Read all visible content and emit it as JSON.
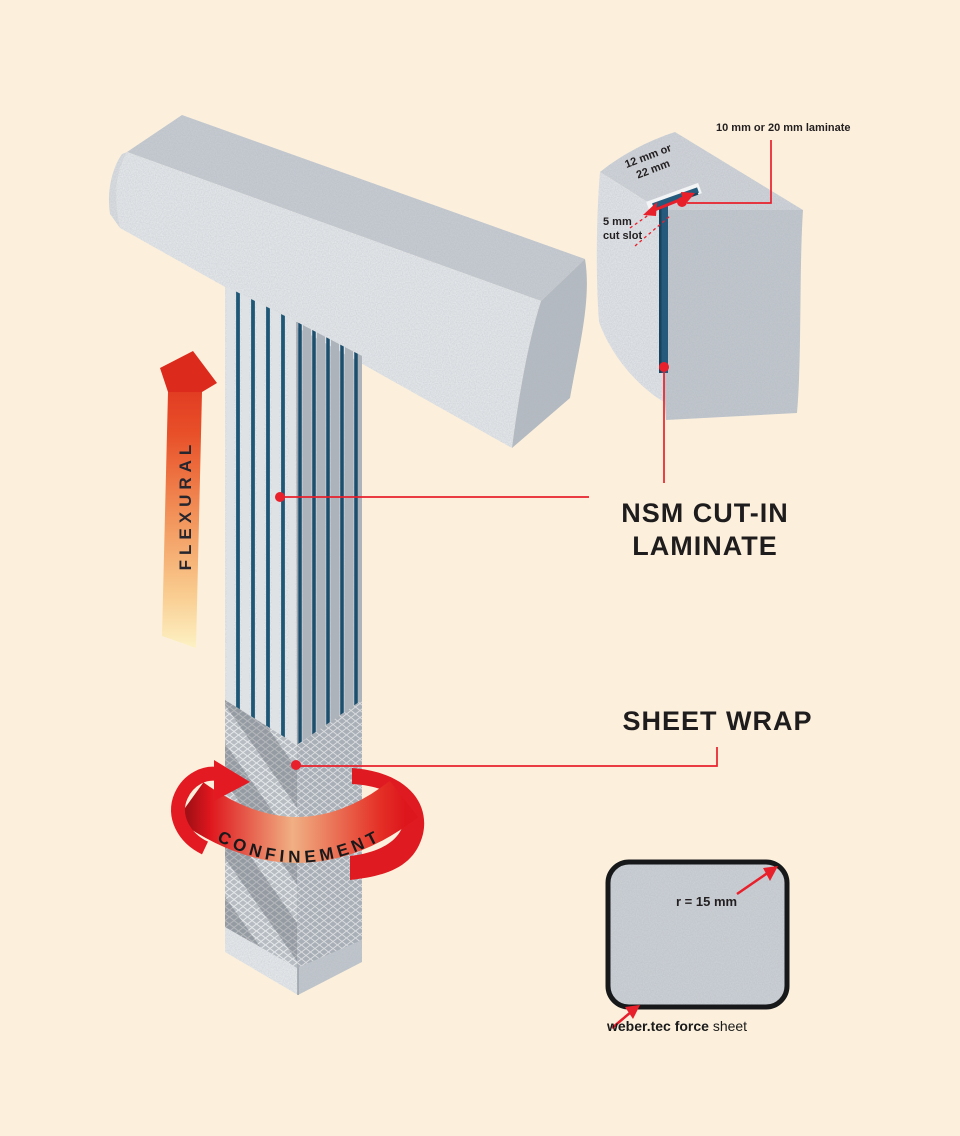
{
  "colors": {
    "background": "#fcf0dd",
    "red": "#e8202c",
    "laminate_blue": "#1f5877",
    "concrete_light": "#e9ecee",
    "concrete_dark": "#c3c9cf",
    "text_dark": "#1e1c1d"
  },
  "main_labels": {
    "flexural": "FLEXURAL",
    "confinement": "CONFINEMENT",
    "nsm_line1": "NSM CUT-IN",
    "nsm_line2": "LAMINATE",
    "sheet_wrap": "SHEET WRAP"
  },
  "inset": {
    "laminate_label": "10 mm or 20 mm laminate",
    "width_label_line1": "12 mm or",
    "width_label_line2": "22 mm",
    "slot_label_line1": "5 mm",
    "slot_label_line2": "cut slot"
  },
  "corner_detail": {
    "radius_label": "r = 15 mm",
    "product_bold": "weber.tec force",
    "product_regular": "sheet"
  }
}
